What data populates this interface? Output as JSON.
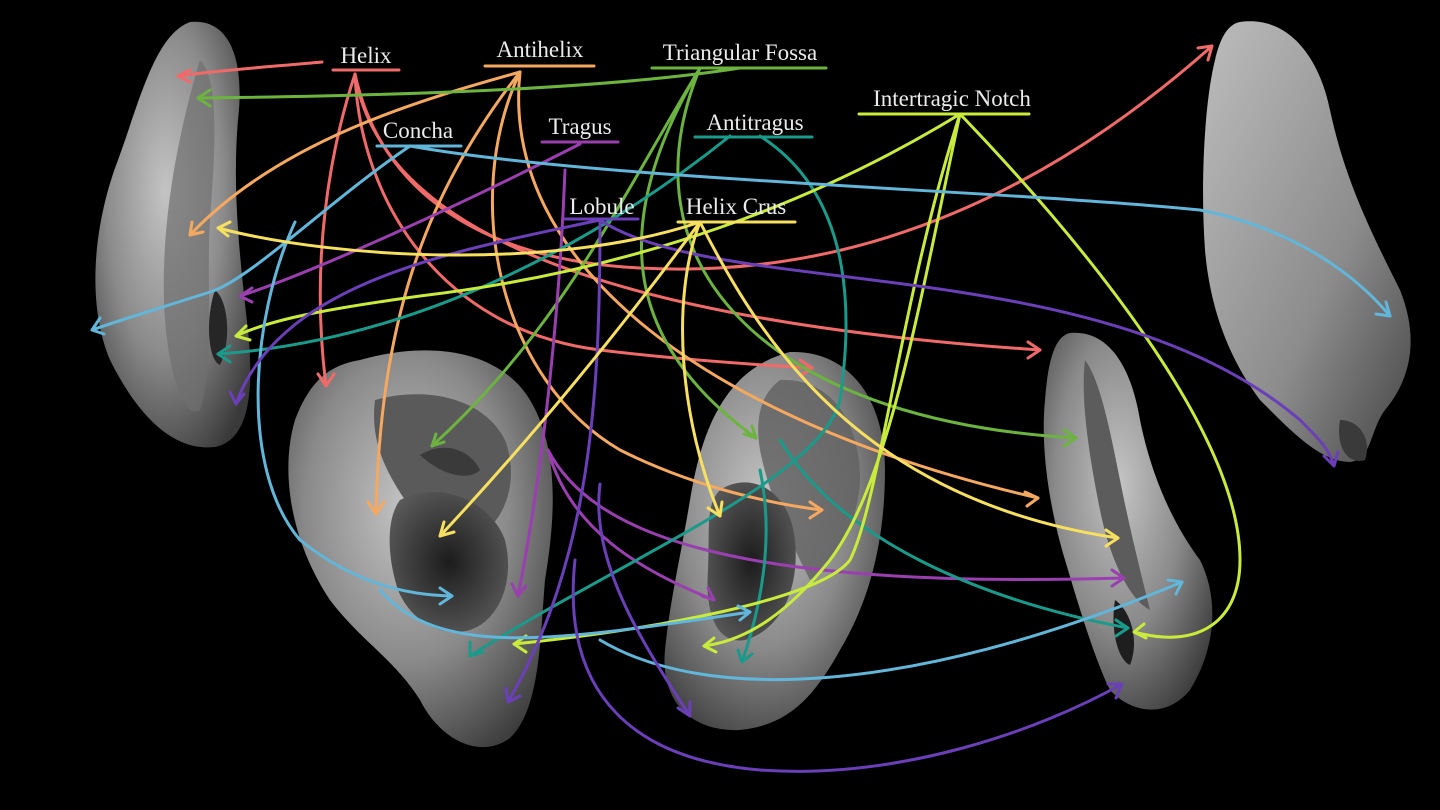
{
  "colors": {
    "background": "#000000",
    "helix": "#f06a6a",
    "antihelix": "#f5a860",
    "triangular_fossa": "#6cb33f",
    "tragus": "#9a3fb0",
    "antitragus": "#1a9a8a",
    "intertragic_notch": "#c9ec3c",
    "concha": "#62b6da",
    "lobule": "#6a3fb8",
    "helix_crus": "#f7e060",
    "ear_light": "#b8b8b8",
    "ear_dark": "#2a2a2a"
  },
  "labels": {
    "helix": "Helix",
    "antihelix": "Antihelix",
    "triangular_fossa": "Triangular Fossa",
    "intertragic_notch": "Intertragic Notch",
    "concha": "Concha",
    "tragus": "Tragus",
    "antitragus": "Antitragus",
    "lobule": "Lobule",
    "helix_crus": "Helix Crus"
  },
  "views": [
    {
      "name": "ear-view-side-left"
    },
    {
      "name": "ear-view-front"
    },
    {
      "name": "ear-view-angled"
    },
    {
      "name": "ear-view-side-right"
    },
    {
      "name": "ear-view-back"
    }
  ]
}
